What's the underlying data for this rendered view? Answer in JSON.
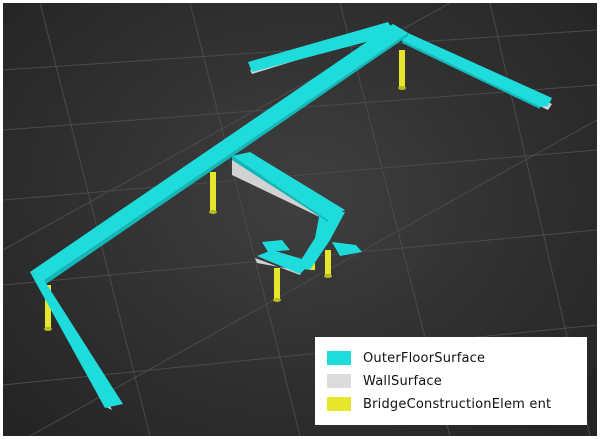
{
  "colors": {
    "floor": "#1fdcdc",
    "floor_shade": "#14b7b7",
    "wall": "#dcdcdc",
    "wall_shade": "#bdbdbd",
    "bridge": "#e6e62a",
    "bridge_shade": "#b9b91c",
    "background": "#333333",
    "grid": "#4b4b4b"
  },
  "legend": {
    "items": [
      {
        "label": "OuterFloorSurface",
        "color": "#1fdcdc"
      },
      {
        "label": "WallSurface",
        "color": "#dcdcdc"
      },
      {
        "label": "BridgeConstructionElem ent",
        "color": "#e6e62a"
      }
    ]
  }
}
